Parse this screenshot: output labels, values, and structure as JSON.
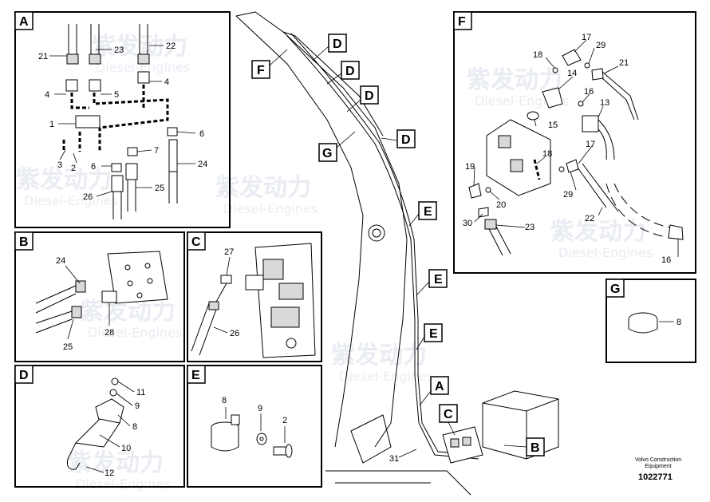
{
  "watermark": {
    "brand_cn": "紫发动力",
    "brand_en": "Diesel-Engines"
  },
  "panels": {
    "A": {
      "tag": "A",
      "labels": [
        "21",
        "23",
        "22",
        "4",
        "5",
        "4",
        "1",
        "3",
        "2",
        "6",
        "7",
        "6",
        "24",
        "26",
        "25"
      ]
    },
    "B": {
      "tag": "B",
      "labels": [
        "24",
        "28",
        "25"
      ]
    },
    "C": {
      "tag": "C",
      "labels": [
        "27",
        "26"
      ]
    },
    "D": {
      "tag": "D",
      "labels": [
        "11",
        "9",
        "8",
        "10",
        "12"
      ]
    },
    "E": {
      "tag": "E",
      "labels": [
        "8",
        "9",
        "2"
      ]
    },
    "F": {
      "tag": "F",
      "labels": [
        "17",
        "29",
        "18",
        "14",
        "21",
        "16",
        "13",
        "15",
        "18",
        "17",
        "19",
        "20",
        "29",
        "22",
        "30",
        "23",
        "16"
      ]
    },
    "G": {
      "tag": "G",
      "labels": [
        "8"
      ]
    }
  },
  "boom_callouts": [
    "F",
    "D",
    "D",
    "D",
    "D",
    "G",
    "E",
    "E",
    "E",
    "A",
    "C",
    "B"
  ],
  "boom_part": "31",
  "footer": {
    "company": "Volvo Construction",
    "sub": "Equipment",
    "doc_number": "1022771"
  }
}
